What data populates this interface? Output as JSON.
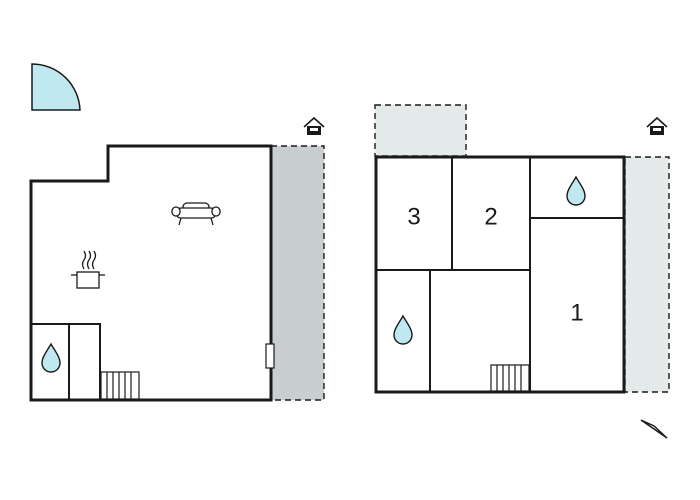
{
  "colors": {
    "wall": "#1a1a1a",
    "terrace_left": "#c9cfd1",
    "terrace_right": "#e4e9e9",
    "water": "#bfe8f1",
    "door_swing": "#bfe8f1"
  },
  "upper_floor": {
    "rooms": [
      {
        "label": "3"
      },
      {
        "label": "2"
      },
      {
        "label": "1"
      }
    ]
  },
  "icons": [
    "door-swing-icon",
    "house-icon",
    "sofa-icon",
    "cooking-pot-icon",
    "water-drop-icon",
    "stairs-icon",
    "compass-arrow-icon"
  ]
}
